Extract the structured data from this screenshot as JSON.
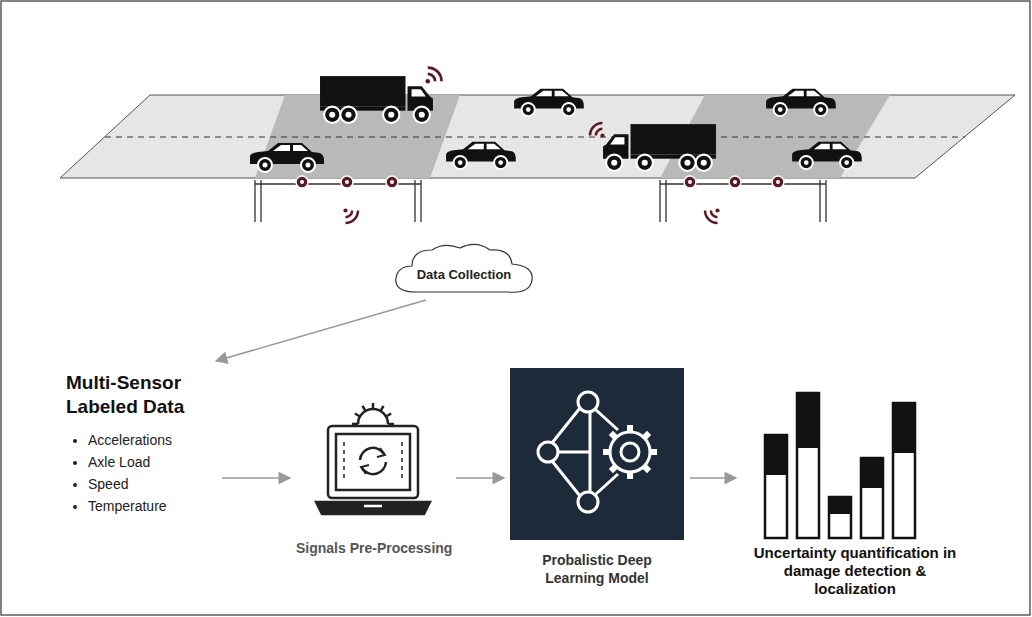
{
  "diagram": {
    "nodes": [
      {
        "text": [
          "Data Collection"
        ]
      },
      {
        "text": [
          "Multi-Sensor Labeled Data",
          "Accelerations",
          "Axle Load",
          "Speed",
          "Temperature"
        ]
      },
      {
        "text": [
          "Signals Pre-Processing"
        ]
      },
      {
        "text": [
          "Probalistic Deep Learning Model"
        ]
      },
      {
        "text": [
          "Uncertainty quantification in damage detection & localization"
        ]
      }
    ],
    "edges": [
      {
        "from": 0,
        "to": 1,
        "arrow": "to"
      },
      {
        "from": 1,
        "to": 2,
        "arrow": "to"
      },
      {
        "from": 2,
        "to": 3,
        "arrow": "to"
      },
      {
        "from": 3,
        "to": 4,
        "arrow": "to"
      }
    ]
  }
}
